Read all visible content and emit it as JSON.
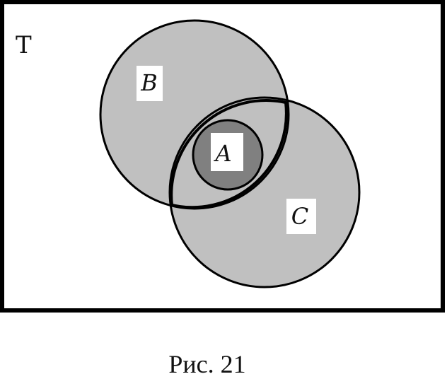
{
  "universe": {
    "label": "T"
  },
  "sets": {
    "a": {
      "label": "A"
    },
    "b": {
      "label": "B"
    },
    "c": {
      "label": "C"
    }
  },
  "caption": "Рис. 21",
  "colors": {
    "region_fill": "#c0c0c0",
    "subset_fill": "#808080",
    "label_background": "#ffffff",
    "stroke": "#000000",
    "background": "#ffffff"
  }
}
